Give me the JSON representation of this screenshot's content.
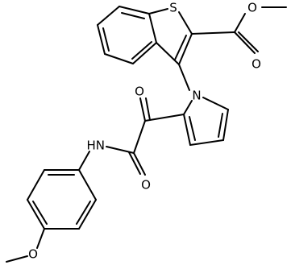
{
  "molecule": {
    "atoms": {
      "sulfur": "S",
      "ester_carbonyl_oxygen": "O",
      "ester_ether_oxygen": "O",
      "pyrrole_nitrogen": "N",
      "ketone_oxygen": "O",
      "amide_oxygen": "O",
      "amide_nh": "HN",
      "methoxy_oxygen": "O"
    }
  }
}
